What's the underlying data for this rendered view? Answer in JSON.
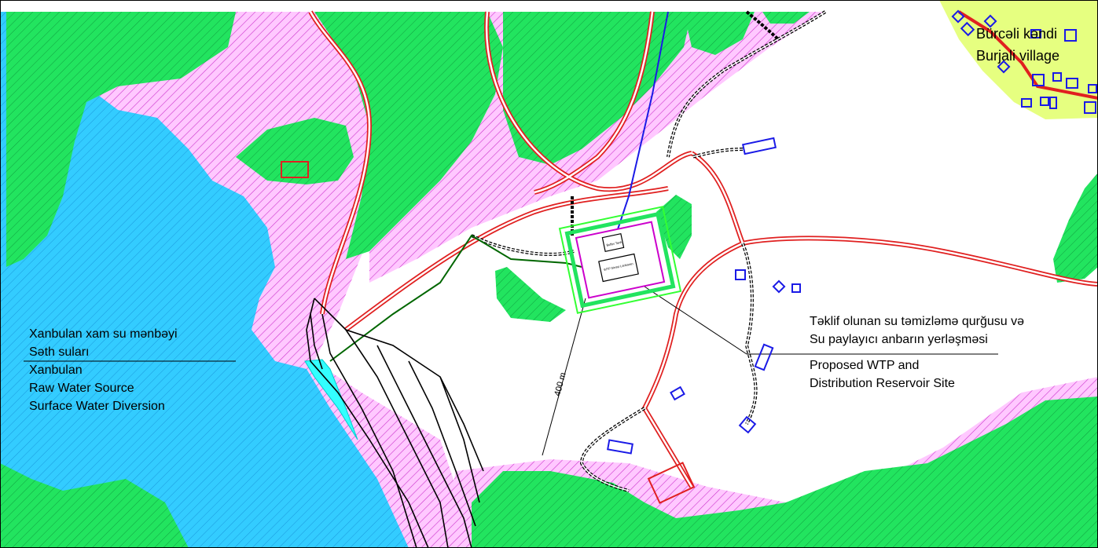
{
  "map": {
    "labels": {
      "water_source_az_1": "Xanbulan xam su mənbəyi",
      "water_source_az_2": "Səth suları",
      "water_source_en_1": "Xanbulan",
      "water_source_en_2": "Raw Water Source",
      "water_source_en_3": "Surface Water Diversion",
      "site_az_1": "Təklif olunan su təmizləmə qurğusu və",
      "site_az_2": "Su paylayıcı anbarın yerləşməsi",
      "site_en_1": "Proposed WTP and",
      "site_en_2": "Distribution Reservoir Site",
      "village_az": "Bürcəli kəndi",
      "village_en": "Burjali village",
      "distance": "400 m",
      "buffer_tank": "Buffer Tank",
      "wtp_building": "WTP binəsi Lankaran"
    },
    "colors": {
      "forest": "#22e45f",
      "water": "#33ccff",
      "hatch_pink": "#ffc8ff",
      "hatch_line": "#cc33cc",
      "road_red": "#e02020",
      "track_black": "#000000",
      "building_blue": "#1a1ae6",
      "village_area": "#e6ff80",
      "pipeline_green": "#006600",
      "fence_green": "#33ff33",
      "site_magenta": "#cc00cc"
    }
  }
}
